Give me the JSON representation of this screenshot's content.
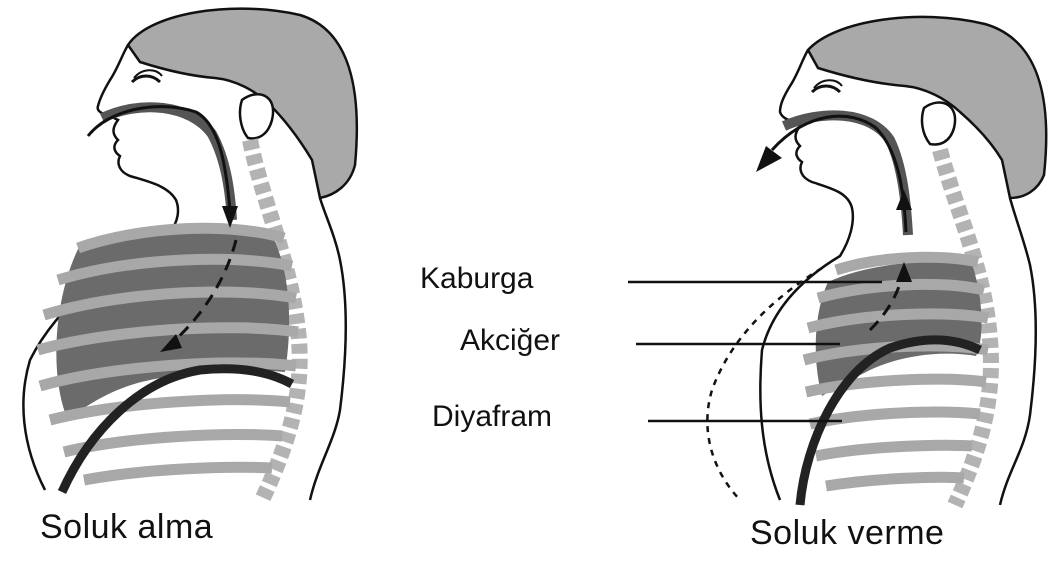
{
  "figures": [
    {
      "caption": "Soluk alma"
    },
    {
      "caption": "Soluk verme"
    }
  ],
  "labels": {
    "rib": "Kaburga",
    "lung": "Akciğer",
    "diaphragm": "Diyafram"
  },
  "colors": {
    "hair": "#a9a9a9",
    "lung": "#6b6b6b",
    "ribs": "#a8a8a8",
    "spine": "#b3b3b3",
    "diaphragm": "#222222",
    "outline": "#111111"
  }
}
